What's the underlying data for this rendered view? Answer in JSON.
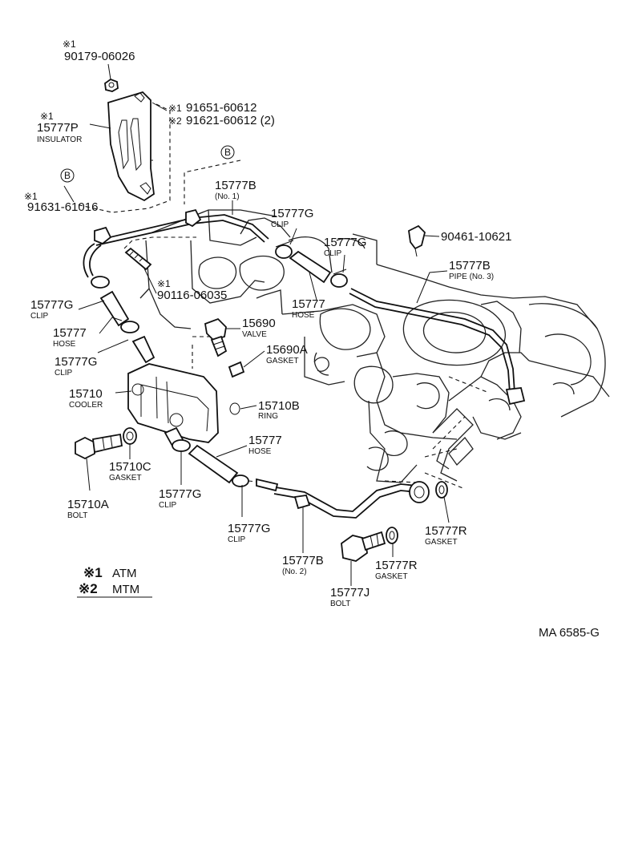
{
  "diagram_code": "MA 6585-G",
  "callouts": {
    "nut": {
      "mark": "※1",
      "part": "90179-06026"
    },
    "insulator": {
      "mark": "※1",
      "part": "15777P",
      "name": "INSULATOR"
    },
    "bolt_a": {
      "mark1": "※1",
      "part1": "91651-60612",
      "mark2": "※2",
      "part2": "91621-60612 (2)"
    },
    "bolt_b": {
      "mark": "※1",
      "part": "91631-61016"
    },
    "ref_b_1": "B",
    "ref_b_2": "B",
    "pipe_no1": {
      "part": "15777B",
      "name": "(No. 1)"
    },
    "clip_top1": {
      "part": "15777G",
      "name": "CLIP"
    },
    "clip_top2": {
      "part": "15777G",
      "name": "CLIP"
    },
    "bracket_bolt": {
      "part": "90461-10621"
    },
    "pipe_no3": {
      "part": "15777B",
      "name": "PIPE (No. 3)"
    },
    "stud": {
      "mark": "※1",
      "part": "90116-06035"
    },
    "hose_top": {
      "part": "15777",
      "name": "HOSE"
    },
    "clip_left1": {
      "part": "15777G",
      "name": "CLIP"
    },
    "hose_left": {
      "part": "15777",
      "name": "HOSE"
    },
    "clip_left2": {
      "part": "15777G",
      "name": "CLIP"
    },
    "valve": {
      "part": "15690",
      "name": "VALVE"
    },
    "valve_gasket": {
      "part": "15690A",
      "name": "GASKET"
    },
    "cooler": {
      "part": "15710",
      "name": "COOLER"
    },
    "ring": {
      "part": "15710B",
      "name": "RING"
    },
    "hose_bottom": {
      "part": "15777",
      "name": "HOSE"
    },
    "cooler_gasket": {
      "part": "15710C",
      "name": "GASKET"
    },
    "cooler_bolt": {
      "part": "15710A",
      "name": "BOLT"
    },
    "clip_bottom1": {
      "part": "15777G",
      "name": "CLIP"
    },
    "clip_bottom2": {
      "part": "15777G",
      "name": "CLIP"
    },
    "pipe_no2": {
      "part": "15777B",
      "name": "(No. 2)"
    },
    "gasket_r1": {
      "part": "15777R",
      "name": "GASKET"
    },
    "gasket_r2": {
      "part": "15777R",
      "name": "GASKET"
    },
    "union_bolt": {
      "part": "15777J",
      "name": "BOLT"
    }
  },
  "legend": [
    {
      "mark": "※1",
      "label": "ATM"
    },
    {
      "mark": "※2",
      "label": "MTM"
    }
  ]
}
